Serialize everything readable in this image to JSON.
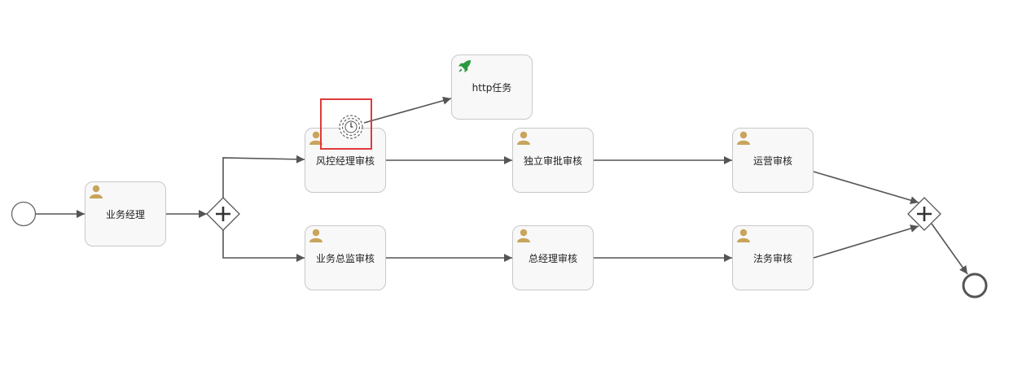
{
  "tasks": {
    "manager": {
      "label": "业务经理",
      "icon": "user-icon"
    },
    "risk_review": {
      "label": "风控经理审核",
      "icon": "user-icon"
    },
    "http_task": {
      "label": "http任务",
      "icon": "rocket-icon"
    },
    "independent_review": {
      "label": "独立审批审核",
      "icon": "user-icon"
    },
    "operations_review": {
      "label": "运营审核",
      "icon": "user-icon"
    },
    "director_review": {
      "label": "业务总监审核",
      "icon": "user-icon"
    },
    "gm_review": {
      "label": "总经理审核",
      "icon": "user-icon"
    },
    "legal_review": {
      "label": "法务审核",
      "icon": "user-icon"
    }
  },
  "colors": {
    "flow": "#555555",
    "task_fill": "#f8f8f8",
    "task_border": "#c8c8c8",
    "user_icon": "#c8a45c",
    "service_icon": "#2a9a3f",
    "selection": "#e03a3a"
  },
  "elements": {
    "start_event": "start-event",
    "fork_gateway": "parallel-gateway",
    "timer_event": "timer-boundary-event",
    "join_gateway": "parallel-gateway",
    "end_event": "end-event"
  }
}
